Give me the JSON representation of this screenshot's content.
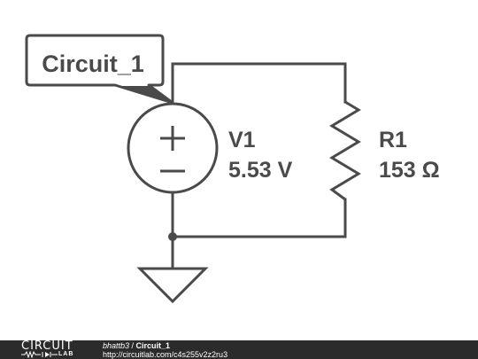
{
  "circuit": {
    "label": "Circuit_1",
    "source": {
      "name": "V1",
      "value": "5.53 V"
    },
    "resistor": {
      "name": "R1",
      "value": "153 Ω"
    }
  },
  "footer": {
    "logo_top": "CIRCUIT",
    "logo_bottom": "LAB",
    "user": "bhattb3",
    "separator": " / ",
    "title": "Circuit_1",
    "url": "http://circuitlab.com/c4s255v2z2ru3"
  },
  "colors": {
    "wire": "#4a4a4a",
    "background": "#ffffff",
    "footer": "#2b2b2b"
  }
}
